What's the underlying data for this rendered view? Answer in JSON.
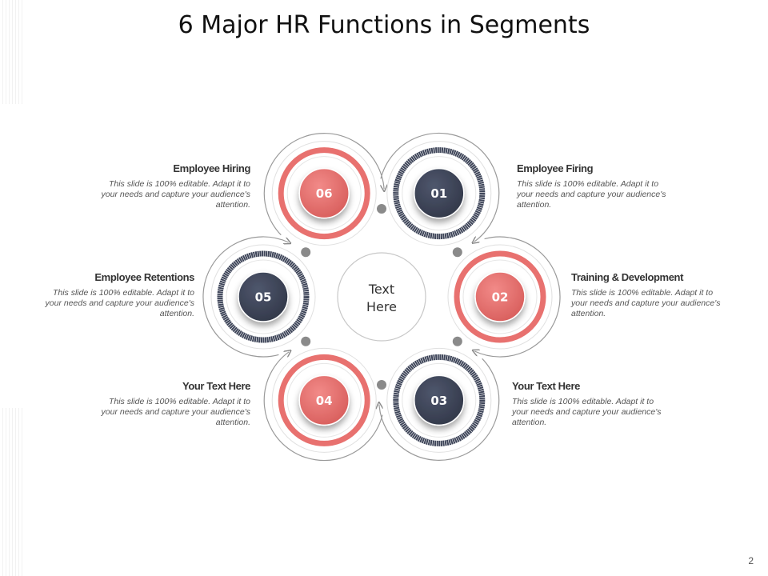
{
  "title": "6 Major HR Functions in Segments",
  "center_text": [
    "Text",
    "Here"
  ],
  "page_number": "2",
  "colors": {
    "coral": "#E8716F",
    "navy": "#3E4559",
    "gray": "#8A8A8A"
  },
  "segments": [
    {
      "number": "01",
      "heading": "Employee Firing",
      "body": "This slide is 100% editable. Adapt it to your needs and capture your audience's attention.",
      "color": "navy"
    },
    {
      "number": "02",
      "heading": "Training & Development",
      "body": "This slide is 100% editable. Adapt it to your needs and capture your audience's attention.",
      "color": "coral"
    },
    {
      "number": "03",
      "heading": "Your Text Here",
      "body": "This slide is 100% editable. Adapt it to your needs and capture your audience's attention.",
      "color": "navy"
    },
    {
      "number": "04",
      "heading": "Your Text Here",
      "body": "This slide is 100% editable. Adapt it to your needs and capture your audience's attention.",
      "color": "coral"
    },
    {
      "number": "05",
      "heading": "Employee Retentions",
      "body": "This slide is 100% editable. Adapt it to your needs and capture your audience's attention.",
      "color": "navy"
    },
    {
      "number": "06",
      "heading": "Employee Hiring",
      "body": "This slide is 100% editable. Adapt it to your needs and capture your audience's attention.",
      "color": "coral"
    }
  ]
}
